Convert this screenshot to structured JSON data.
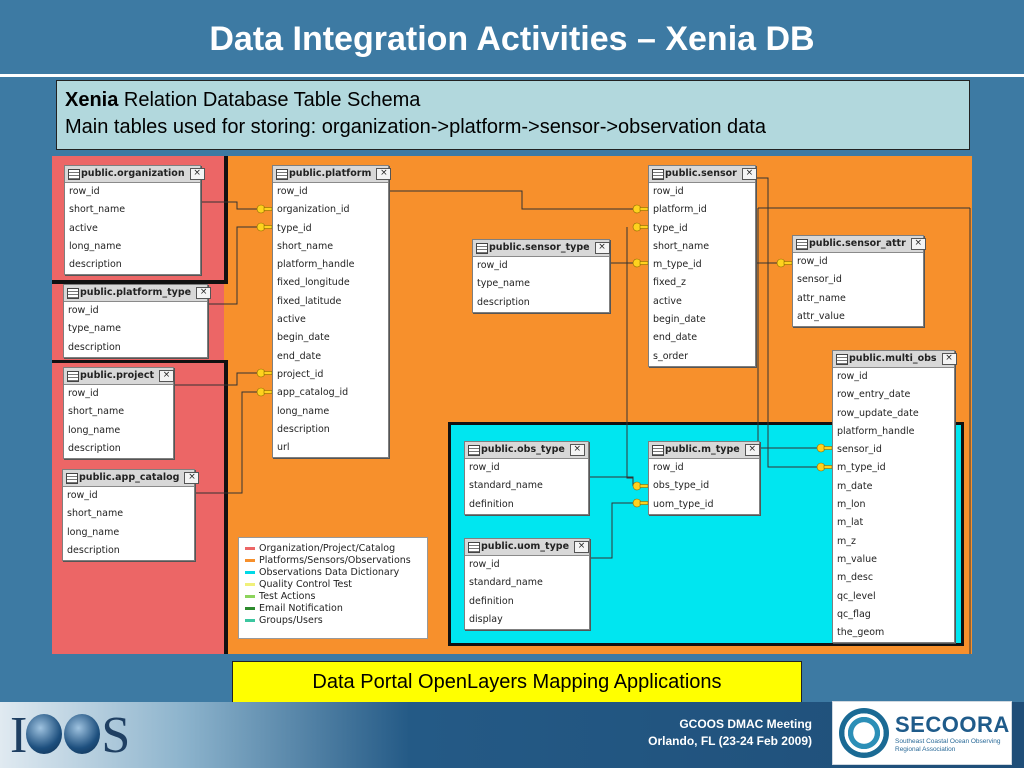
{
  "title": "Data Integration Activities – Xenia DB",
  "schema": {
    "line1_bold": "Xenia",
    "line1_rest": " Relation Database Table Schema",
    "line2": "Main tables used for storing: organization->platform->sensor->observation data"
  },
  "tables": {
    "organization": {
      "name": "public.organization",
      "fields": [
        "row_id",
        "short_name",
        "active",
        "long_name",
        "description"
      ]
    },
    "platform_type": {
      "name": "public.platform_type",
      "fields": [
        "row_id",
        "type_name",
        "description"
      ]
    },
    "project": {
      "name": "public.project",
      "fields": [
        "row_id",
        "short_name",
        "long_name",
        "description"
      ]
    },
    "app_catalog": {
      "name": "public.app_catalog",
      "fields": [
        "row_id",
        "short_name",
        "long_name",
        "description"
      ]
    },
    "platform": {
      "name": "public.platform",
      "fields": [
        "row_id",
        "organization_id",
        "type_id",
        "short_name",
        "platform_handle",
        "fixed_longitude",
        "fixed_latitude",
        "active",
        "begin_date",
        "end_date",
        "project_id",
        "app_catalog_id",
        "long_name",
        "description",
        "url"
      ]
    },
    "sensor_type": {
      "name": "public.sensor_type",
      "fields": [
        "row_id",
        "type_name",
        "description"
      ]
    },
    "sensor": {
      "name": "public.sensor",
      "fields": [
        "row_id",
        "platform_id",
        "type_id",
        "short_name",
        "m_type_id",
        "fixed_z",
        "active",
        "begin_date",
        "end_date",
        "s_order"
      ]
    },
    "sensor_attr": {
      "name": "public.sensor_attr",
      "fields": [
        "row_id",
        "sensor_id",
        "attr_name",
        "attr_value"
      ]
    },
    "multi_obs": {
      "name": "public.multi_obs",
      "fields": [
        "row_id",
        "row_entry_date",
        "row_update_date",
        "platform_handle",
        "sensor_id",
        "m_type_id",
        "m_date",
        "m_lon",
        "m_lat",
        "m_z",
        "m_value",
        "m_desc",
        "qc_level",
        "qc_flag",
        "the_geom"
      ]
    },
    "obs_type": {
      "name": "public.obs_type",
      "fields": [
        "row_id",
        "standard_name",
        "definition"
      ]
    },
    "m_type": {
      "name": "public.m_type",
      "fields": [
        "row_id",
        "obs_type_id",
        "uom_type_id"
      ]
    },
    "uom_type": {
      "name": "public.uom_type",
      "fields": [
        "row_id",
        "standard_name",
        "definition",
        "display"
      ]
    }
  },
  "legend": [
    {
      "label": "Organization/Project/Catalog",
      "color": "#ec6666"
    },
    {
      "label": "Platforms/Sensors/Observations",
      "color": "#f7902c"
    },
    {
      "label": "Observations Data Dictionary",
      "color": "#00d8e6"
    },
    {
      "label": "Quality Control Test",
      "color": "#f0f07a"
    },
    {
      "label": "Test Actions",
      "color": "#8cd45c"
    },
    {
      "label": "Email Notification",
      "color": "#2d8a2d"
    },
    {
      "label": "Groups/Users",
      "color": "#3cc6a0"
    }
  ],
  "portal_label": "Data Portal OpenLayers Mapping Applications",
  "footer": {
    "ioos_logo_text": "IOOS",
    "meeting_line1": "GCOOS DMAC Meeting",
    "meeting_line2": "Orlando, FL (23-24 Feb 2009)",
    "secoora_name": "SECOORA",
    "secoora_sub": "Southeast Coastal Ocean Observing Regional Association"
  },
  "colors": {
    "background": "#3d7aa3",
    "diagram_orange": "#f7902c",
    "zone_red": "#ec6666",
    "zone_cyan": "#00e6f0",
    "schema_box": "#b2d8dd",
    "portal_box": "#ffff00"
  }
}
